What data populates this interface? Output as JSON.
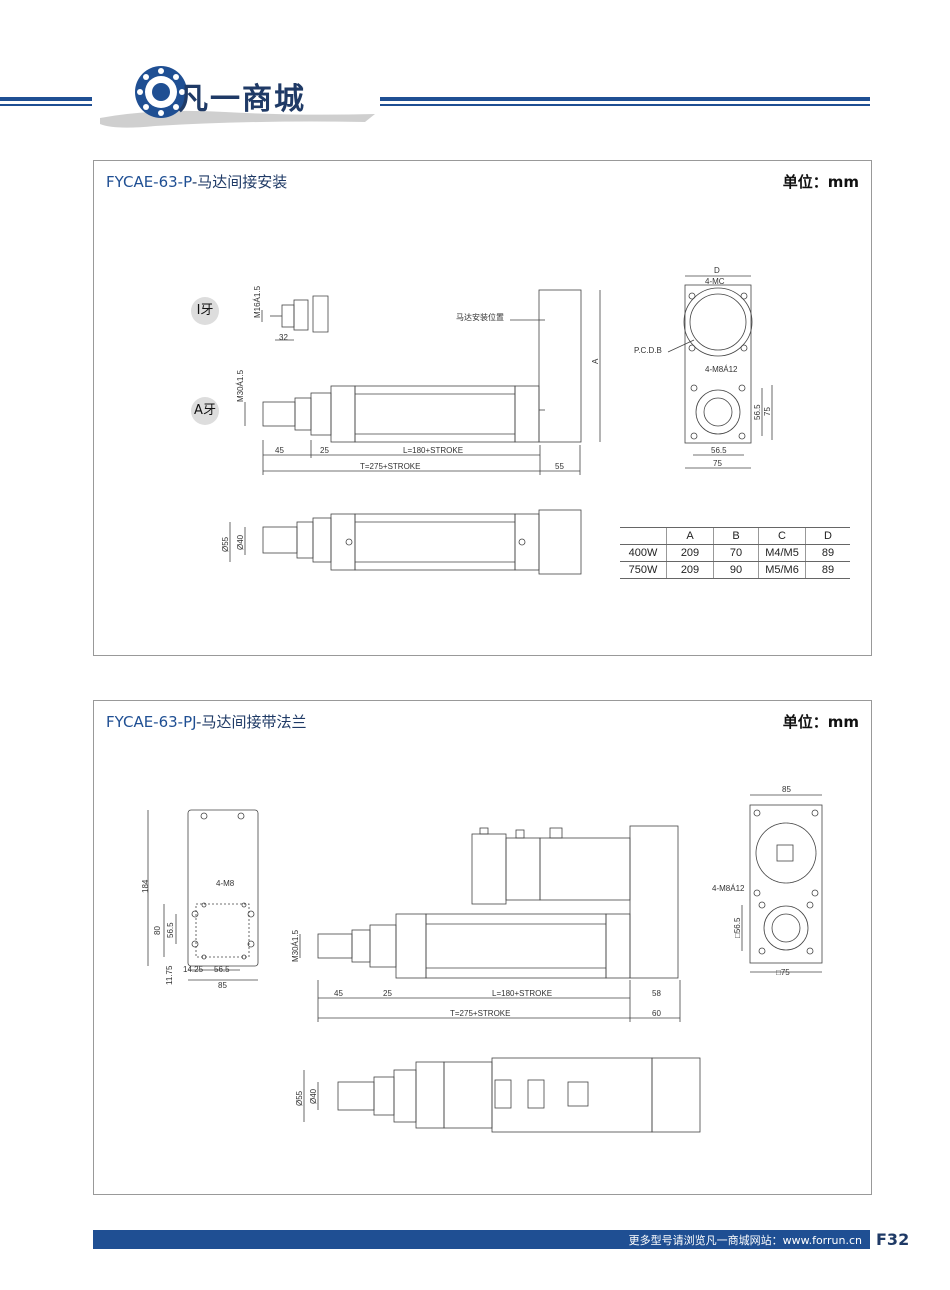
{
  "header": {
    "logo_text": "凡一商城"
  },
  "panel1": {
    "title_code": "FYCAE-63-P",
    "title_text": "-马达间接安装",
    "unit": "单位：mm",
    "tags": {
      "i": "I牙",
      "a": "A牙"
    },
    "dims": {
      "m16": "M16Á1.5",
      "d32": "32",
      "m30": "M30Á1.5",
      "d45": "45",
      "d25": "25",
      "l": "L=180+STROKE",
      "t": "T=275+STROKE",
      "d55": "55",
      "motor_pos": "马达安装位置",
      "a": "A",
      "d": "D",
      "mc": "4-MC",
      "pcd": "P.C.D.B",
      "m8": "4-M8Á12",
      "d565": "56.5",
      "d75": "75",
      "phi55": "Ø55",
      "phi40": "Ø40"
    },
    "table": {
      "headers": [
        "",
        "A",
        "B",
        "C",
        "D"
      ],
      "rows": [
        [
          "400W",
          "209",
          "70",
          "M4/M5",
          "89"
        ],
        [
          "750W",
          "209",
          "90",
          "M5/M6",
          "89"
        ]
      ]
    }
  },
  "panel2": {
    "title_code": "FYCAE-63-PJ",
    "title_text": "-马达间接带法兰",
    "unit": "单位：mm",
    "dims": {
      "d184": "184",
      "m8": "4-M8",
      "d80": "80",
      "d565": "56.5",
      "d1175": "11.75",
      "d1425": "14.25",
      "d85": "85",
      "m30": "M30Á1.5",
      "d45": "45",
      "d25": "25",
      "l": "L=180+STROKE",
      "d58": "58",
      "t": "T=275+STROKE",
      "d60": "60",
      "m8b": "4-M8Á12",
      "sq565": "□56.5",
      "sq75": "□75",
      "phi55": "Ø55",
      "phi40": "Ø40"
    }
  },
  "footer": {
    "text": "更多型号请浏览凡一商城网站：www.forrun.cn",
    "page": "F32"
  },
  "colors": {
    "brand": "#1f4f93"
  }
}
